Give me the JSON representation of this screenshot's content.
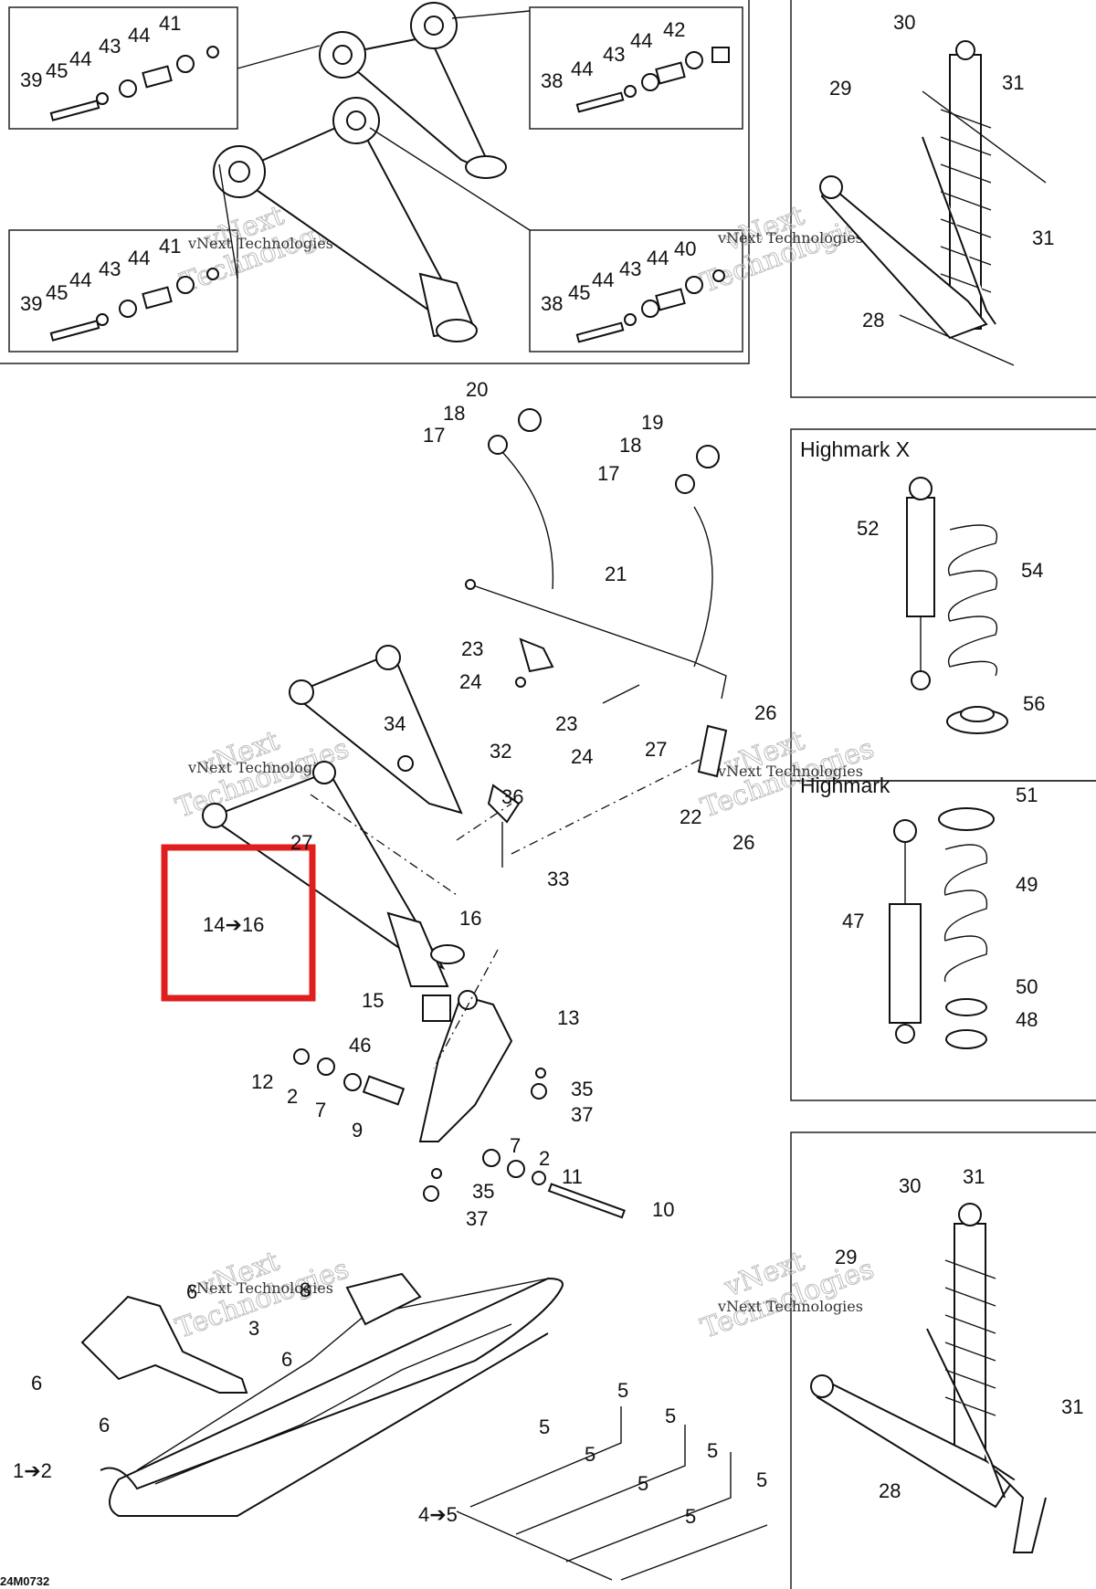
{
  "diagram": {
    "reference_code": "24M0732",
    "highlight_color": "#e01e1e",
    "highlight_label": "14➔16",
    "section_titles": {
      "highmark_x": "Highmark X",
      "highmark": "Highmark"
    },
    "watermark": {
      "line1": "vNext",
      "line2": "vNext Technologies",
      "line3": "Technologies"
    },
    "labels": {
      "p1to2": "1➔2",
      "p2": "2",
      "p3": "3",
      "p4to5": "4➔5",
      "p5": "5",
      "p6": "6",
      "p7": "7",
      "p8": "8",
      "p9": "9",
      "p10": "10",
      "p11": "11",
      "p12": "12",
      "p13": "13",
      "p15": "15",
      "p16": "16",
      "p17": "17",
      "p18": "18",
      "p19": "19",
      "p20": "20",
      "p21": "21",
      "p22": "22",
      "p23": "23",
      "p24": "24",
      "p26": "26",
      "p27": "27",
      "p28": "28",
      "p29": "29",
      "p30": "30",
      "p31": "31",
      "p32": "32",
      "p33": "33",
      "p34": "34",
      "p35": "35",
      "p36": "36",
      "p37": "37",
      "p38": "38",
      "p39": "39",
      "p40": "40",
      "p41": "41",
      "p42": "42",
      "p43": "43",
      "p44": "44",
      "p45": "45",
      "p46": "46",
      "p47": "47",
      "p48": "48",
      "p49": "49",
      "p50": "50",
      "p51": "51",
      "p52": "52",
      "p54": "54",
      "p56": "56"
    }
  }
}
